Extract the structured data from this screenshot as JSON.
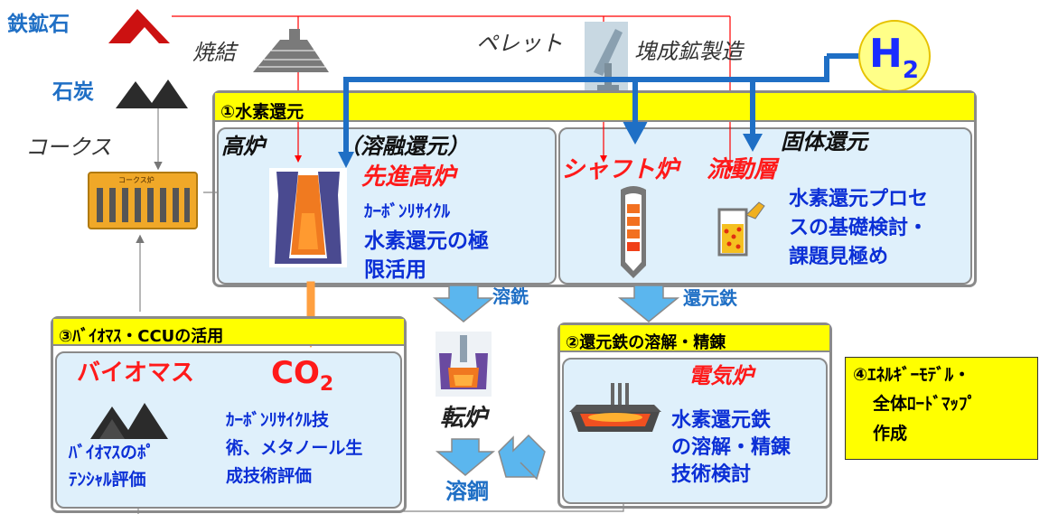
{
  "inputs": {
    "iron_ore": "鉄鉱石",
    "coal": "石炭",
    "coke": "コークス",
    "coke_oven": "コークス炉",
    "sinter": "焼結",
    "pellet": "ペレット",
    "lump_ore": "塊成鉱製造",
    "hydrogen": "H",
    "hydrogen_sub": "2"
  },
  "panel1": {
    "title": "①水素還元",
    "blast_furnace": "高炉",
    "smelting": "（溶融還元）",
    "advanced_bf": "先進高炉",
    "carbon_recycle": "ｶｰﾎﾞﾝﾘｻｲｸﾙ",
    "h2_line1": "水素還元の極",
    "h2_line2": "限活用",
    "solid_reduction": "固体還元",
    "shaft": "シャフト炉",
    "fluid_bed": "流動層",
    "basic_line1": "水素還元プロセ",
    "basic_line2": "スの基礎検討・",
    "basic_line3": "課題見極め"
  },
  "flow": {
    "hot_metal": "溶銑",
    "reduced_iron": "還元鉄",
    "converter": "転炉",
    "steel": "溶鋼"
  },
  "panel2": {
    "title": "②還元鉄の溶解・精錬",
    "eaf": "電気炉",
    "line1": "水素還元鉄",
    "line2": "の溶解・精錬",
    "line3": "技術検討"
  },
  "panel3": {
    "title": "③ﾊﾞｲｵﾏｽ・CCUの活用",
    "biomass": "バイオマス",
    "co2": "CO",
    "co2_sub": "2",
    "bio_line1": "ﾊﾞｲｵﾏｽのﾎﾟ",
    "bio_line2": "ﾃﾝｼｬﾙ評価",
    "ccu_line1": "ｶｰﾎﾞﾝﾘｻｲｸﾙ技",
    "ccu_line2": "術、メタノール生",
    "ccu_line3": "成技術評価"
  },
  "panel4": {
    "line1": "④ｴﾈﾙｷﾞｰﾓﾃﾞﾙ・",
    "line2": "全体ﾛｰﾄﾞﾏｯﾌﾟ",
    "line3": "作成"
  },
  "colors": {
    "panel_header": "#ffff00",
    "panel_body": "#dff0fb",
    "h2_line": "#1f6fc5",
    "ore_line": "#ff0000",
    "flow_arrow": "#5bb6ee",
    "co2_arrow": "#ffa040"
  }
}
